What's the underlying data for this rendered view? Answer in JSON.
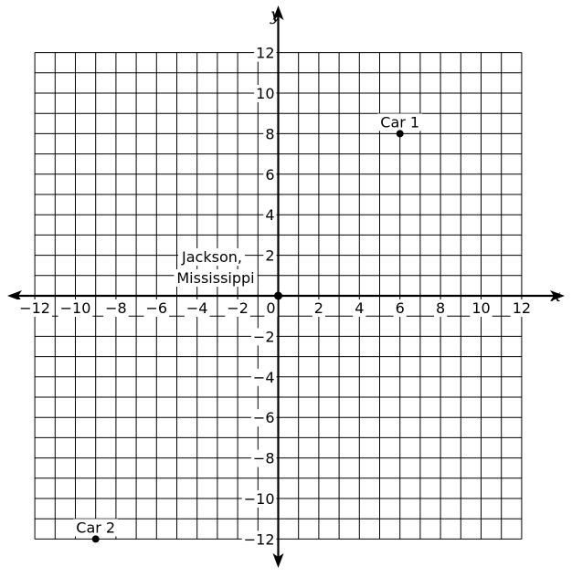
{
  "chart_data": {
    "type": "scatter",
    "xlabel": "x",
    "ylabel": "y",
    "xlim": [
      -12,
      12
    ],
    "ylim": [
      -12,
      12
    ],
    "grid_step": 1,
    "tick_step": 2,
    "grid": true,
    "x_ticks": [
      "−12",
      "−10",
      "−8",
      "−6",
      "−4",
      "−2",
      "0",
      "2",
      "4",
      "6",
      "8",
      "10",
      "12"
    ],
    "y_ticks_pos": [
      "2",
      "4",
      "6",
      "8",
      "10",
      "12"
    ],
    "y_ticks_neg": [
      "−2",
      "−4",
      "−6",
      "−8",
      "−10",
      "−12"
    ],
    "points": [
      {
        "label": "Car 1",
        "x": 6,
        "y": 8
      },
      {
        "label": "Car 2",
        "x": -9,
        "y": -12
      }
    ],
    "origin_point": {
      "label_line1": "Jackson,",
      "label_line2": "Mississippi",
      "x": 0,
      "y": 0
    }
  }
}
